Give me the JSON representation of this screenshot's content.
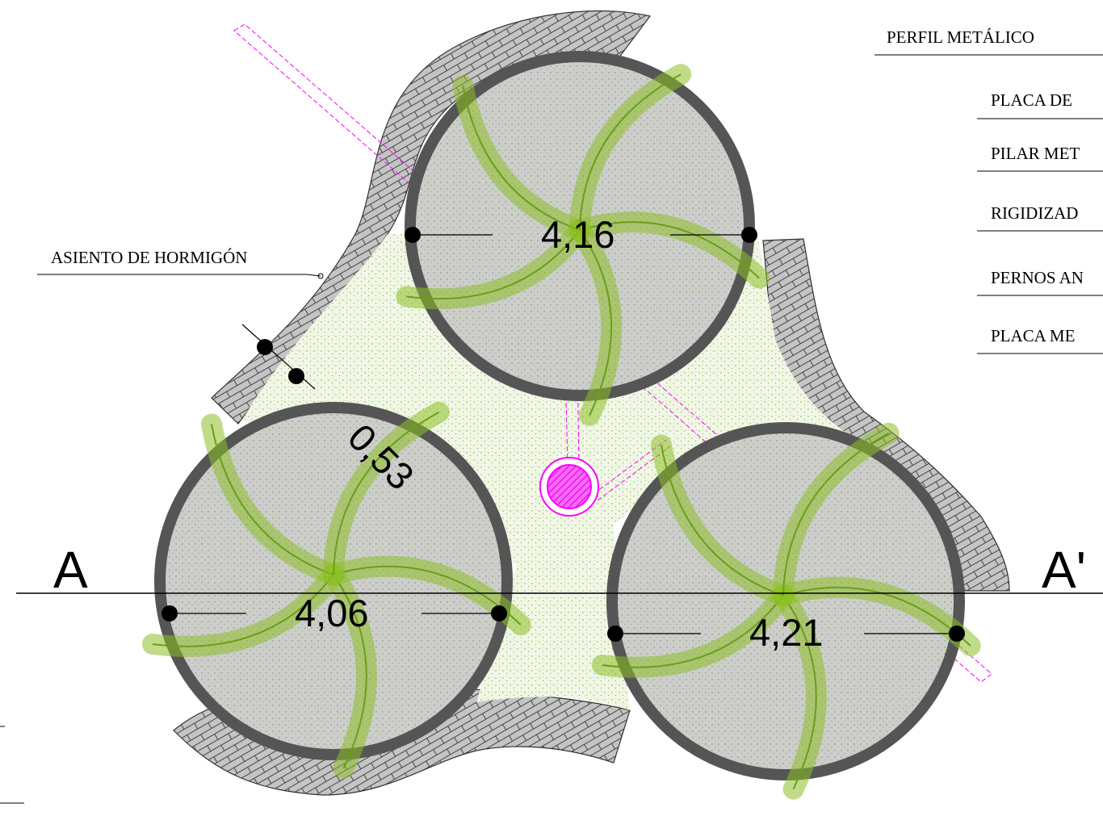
{
  "labels": {
    "perfil": "PERFIL METÁLICO",
    "placa_de": "PLACA DE",
    "pilar": "PILAR MET",
    "rigidizad": "RIGIDIZAD",
    "pernos": "PERNOS AN",
    "placa_me": "PLACA ME",
    "asiento": "ASIENTO DE HORMIGÓN"
  },
  "dimensions": {
    "top_circle": "4,16",
    "left_circle": "4,06",
    "right_circle": "4,21",
    "wall_thickness": "0,53"
  },
  "section": {
    "start": "A",
    "end": "A'"
  },
  "colors": {
    "masonry": "#c8c8c8",
    "ring": "#585858",
    "fill": "#cfcfcf",
    "palm": "#8cbf26",
    "gravel": "#eef5e0",
    "magenta": "#ff00ff"
  }
}
